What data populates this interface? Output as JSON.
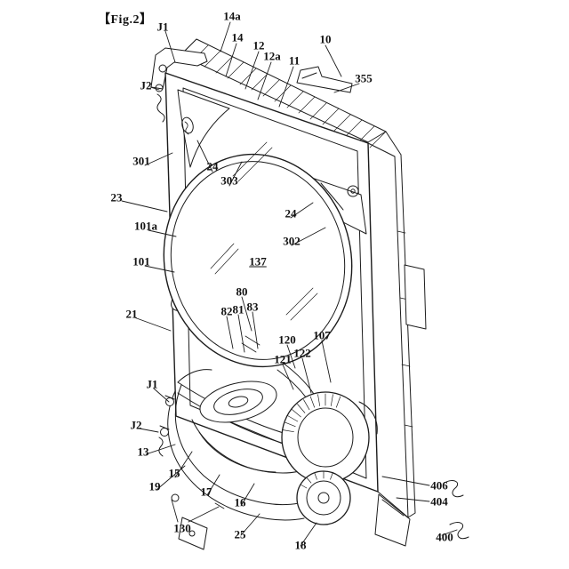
{
  "figure": {
    "caption": "【Fig.2】"
  },
  "colors": {
    "line": "#1c1c1c",
    "background": "#ffffff"
  },
  "labels": [
    {
      "id": "j1-top",
      "text": "J1"
    },
    {
      "id": "14a",
      "text": "14a"
    },
    {
      "id": "14",
      "text": "14"
    },
    {
      "id": "12",
      "text": "12"
    },
    {
      "id": "12a",
      "text": "12a"
    },
    {
      "id": "11",
      "text": "11"
    },
    {
      "id": "10",
      "text": "10"
    },
    {
      "id": "355",
      "text": "355"
    },
    {
      "id": "j2-top",
      "text": "J2"
    },
    {
      "id": "301",
      "text": "301"
    },
    {
      "id": "24-left",
      "text": "24"
    },
    {
      "id": "303",
      "text": "303"
    },
    {
      "id": "23",
      "text": "23"
    },
    {
      "id": "24-right",
      "text": "24"
    },
    {
      "id": "101a",
      "text": "101a"
    },
    {
      "id": "302",
      "text": "302"
    },
    {
      "id": "101",
      "text": "101"
    },
    {
      "id": "137",
      "text": "137"
    },
    {
      "id": "80",
      "text": "80"
    },
    {
      "id": "82",
      "text": "82"
    },
    {
      "id": "81",
      "text": "81"
    },
    {
      "id": "83",
      "text": "83"
    },
    {
      "id": "21",
      "text": "21"
    },
    {
      "id": "120",
      "text": "120"
    },
    {
      "id": "107",
      "text": "107"
    },
    {
      "id": "121",
      "text": "121"
    },
    {
      "id": "122",
      "text": "122"
    },
    {
      "id": "j1-bottom",
      "text": "J1"
    },
    {
      "id": "j2-bottom",
      "text": "J2"
    },
    {
      "id": "13",
      "text": "13"
    },
    {
      "id": "15",
      "text": "15"
    },
    {
      "id": "19",
      "text": "19"
    },
    {
      "id": "17",
      "text": "17"
    },
    {
      "id": "16",
      "text": "16"
    },
    {
      "id": "406",
      "text": "406"
    },
    {
      "id": "404",
      "text": "404"
    },
    {
      "id": "130",
      "text": "130"
    },
    {
      "id": "25",
      "text": "25"
    },
    {
      "id": "18",
      "text": "18"
    },
    {
      "id": "400",
      "text": "400"
    }
  ]
}
